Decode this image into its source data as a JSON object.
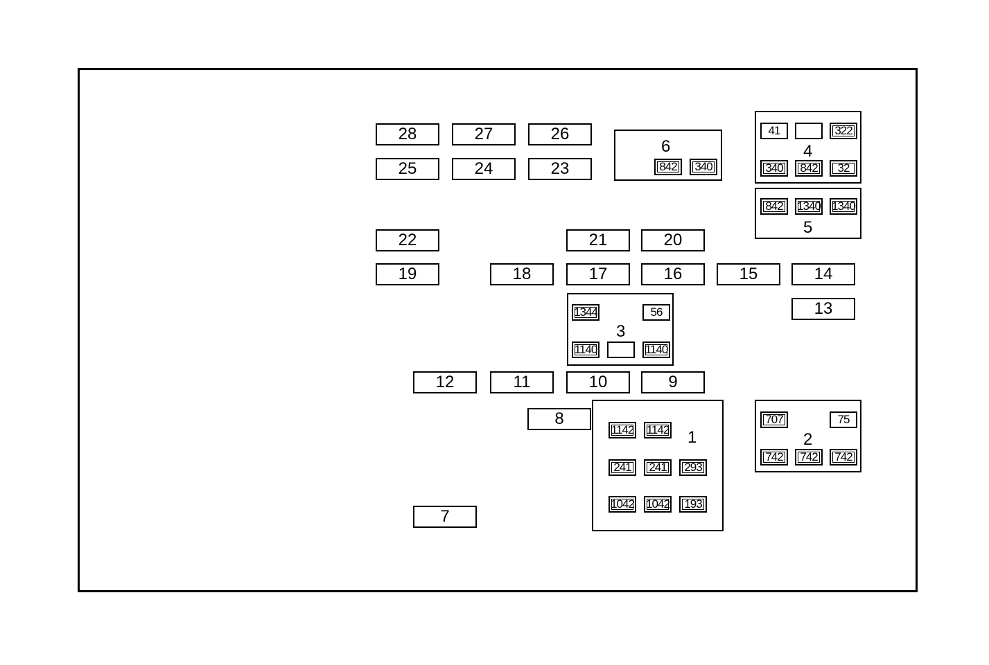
{
  "fuses": {
    "f28": "28",
    "f27": "27",
    "f26": "26",
    "f25": "25",
    "f24": "24",
    "f23": "23",
    "f22": "22",
    "f21": "21",
    "f20": "20",
    "f19": "19",
    "f18": "18",
    "f17": "17",
    "f16": "16",
    "f15": "15",
    "f14": "14",
    "f13": "13",
    "f12": "12",
    "f11": "11",
    "f10": "10",
    "f9": "9",
    "f8": "8",
    "f7": "7"
  },
  "blocks": {
    "b1": {
      "label": "1",
      "cells": [
        "1142",
        "1142",
        "241",
        "241",
        "293",
        "1042",
        "1042",
        "193"
      ]
    },
    "b2": {
      "label": "2",
      "cells": [
        "707",
        "75",
        "742",
        "742",
        "742"
      ]
    },
    "b3": {
      "label": "3",
      "cells": [
        "1344",
        "56",
        "1140",
        "",
        "1140"
      ]
    },
    "b4": {
      "label": "4",
      "cells": [
        "41",
        "",
        "322",
        "340",
        "842",
        "32"
      ]
    },
    "b5": {
      "label": "5",
      "cells": [
        "842",
        "1340",
        "1340"
      ]
    },
    "b6": {
      "label": "6",
      "cells": [
        "842",
        "340"
      ]
    }
  }
}
